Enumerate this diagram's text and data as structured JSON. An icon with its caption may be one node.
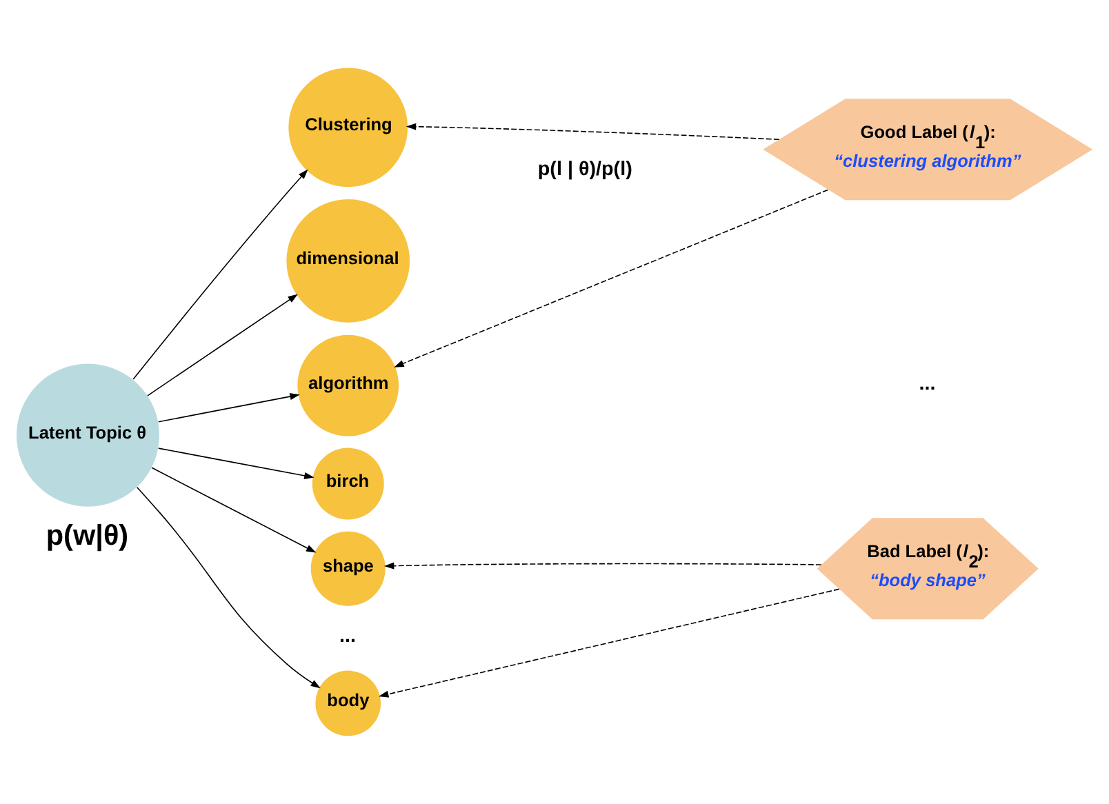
{
  "diagram": {
    "nodes": [
      {
        "text": [
          "Latent Topic θ"
        ]
      },
      {
        "text": [
          "Clustering"
        ]
      },
      {
        "text": [
          "dimensional"
        ]
      },
      {
        "text": [
          "algorithm"
        ]
      },
      {
        "text": [
          "birch"
        ]
      },
      {
        "text": [
          "shape"
        ]
      },
      {
        "text": [
          "body"
        ]
      },
      {
        "text": [
          "Good Label (*l*$_{1}$):",
          "“clustering algorithm”"
        ]
      },
      {
        "text": [
          "Bad Label (*l*$_{2}$):",
          "“body shape”"
        ]
      }
    ],
    "edges": [
      {
        "from": 0,
        "to": 1,
        "arrow": "to"
      },
      {
        "from": 0,
        "to": 2,
        "arrow": "to"
      },
      {
        "from": 0,
        "to": 3,
        "arrow": "to"
      },
      {
        "from": 0,
        "to": 4,
        "arrow": "to"
      },
      {
        "from": 0,
        "to": 5,
        "arrow": "to"
      },
      {
        "from": 0,
        "to": 6,
        "arrow": "to"
      },
      {
        "from": 7,
        "to": 1,
        "arrow": "to",
        "style": "dashed"
      },
      {
        "from": 7,
        "to": 3,
        "arrow": "to",
        "style": "dashed"
      },
      {
        "from": 8,
        "to": 5,
        "arrow": "to",
        "style": "dashed"
      },
      {
        "from": 8,
        "to": 6,
        "arrow": "to",
        "style": "dashed"
      }
    ],
    "labels": [
      "p(l | θ)/p(l)",
      "...",
      "...",
      "p(w|θ)"
    ]
  }
}
